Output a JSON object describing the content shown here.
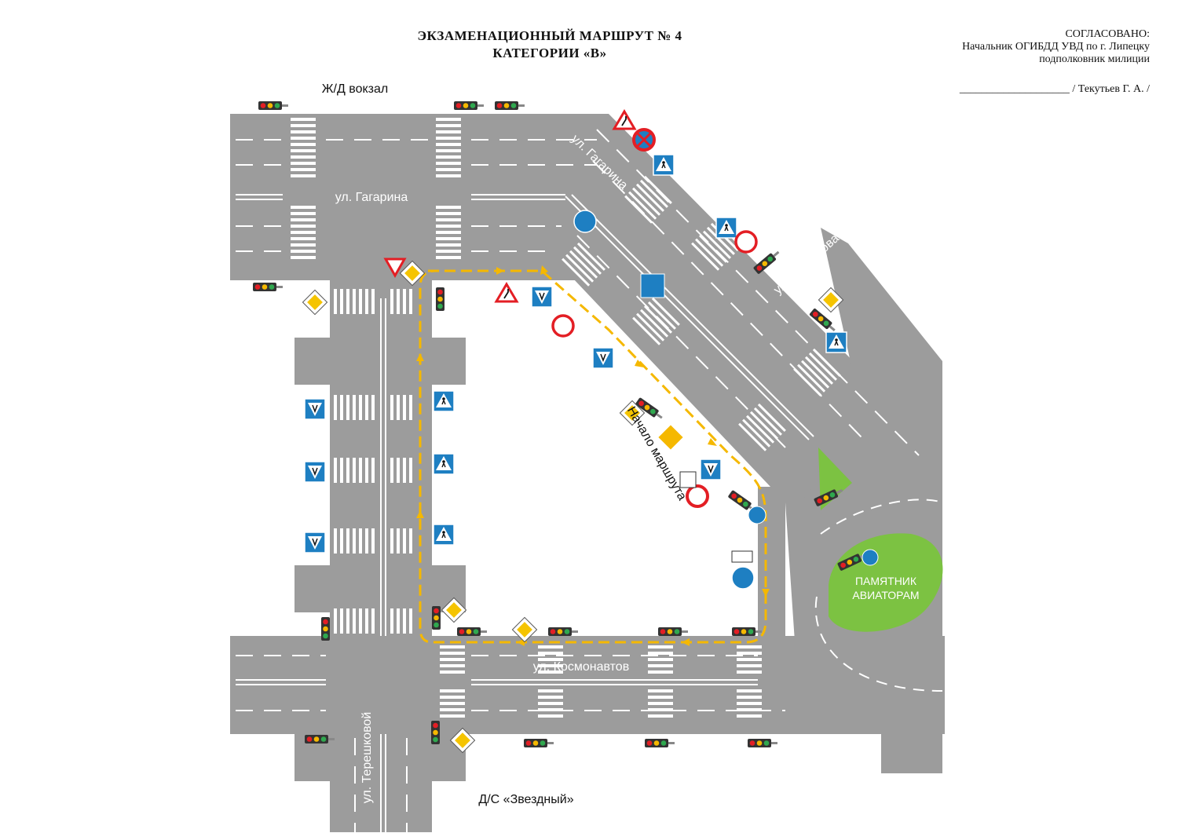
{
  "title": {
    "line1": "ЭКЗАМЕНАЦИОННЫЙ МАРШРУТ № 4",
    "line2": "КАТЕГОРИИ «В»"
  },
  "approval": {
    "agreed": "СОГЛАСОВАНО:",
    "position": "Начальник ОГИБДД УВД по г. Липецку",
    "rank": "подполковник милиции",
    "signature": "____________________ / Текутьев Г. А. /"
  },
  "places": {
    "railway_station": "Ж/Д вокзал",
    "stadium": "Д/С «Звездный»",
    "route_start": "Начало маршрута",
    "monument_line1": "ПАМЯТНИК",
    "monument_line2": "АВИАТОРАМ"
  },
  "streets": {
    "gagarina": "ул. Гагарина",
    "gagarina_diag": "ул. Гагарина",
    "nesterova": "ул. Нестерова",
    "kosmonavtov": "ул. Космонавтов",
    "tereshkovoy": "ул. Терешковой"
  },
  "colors": {
    "road": "#9c9c9c",
    "route": "#f5b800",
    "park": "#7cc242",
    "sign_blue": "#1e7fc2",
    "sign_red": "#e31e24"
  }
}
